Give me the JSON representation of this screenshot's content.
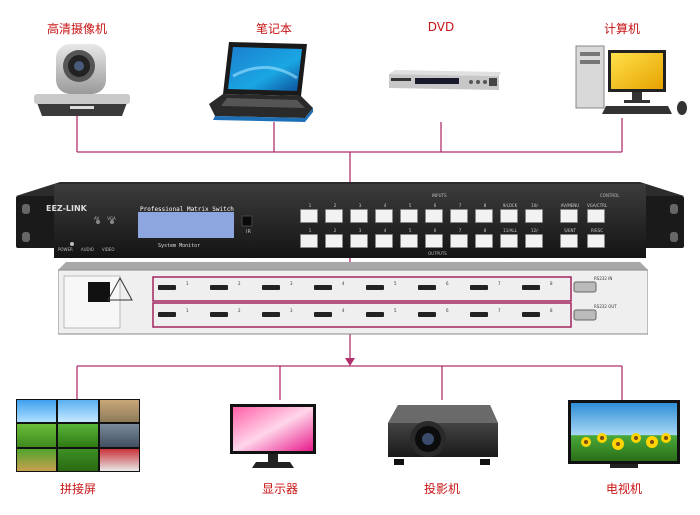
{
  "sources": [
    {
      "label": "高清摄像机",
      "icon": "ptz-camera-icon"
    },
    {
      "label": "笔记本",
      "icon": "laptop-icon"
    },
    {
      "label": "DVD",
      "icon": "dvd-player-icon"
    },
    {
      "label": "计算机",
      "icon": "desktop-computer-icon"
    }
  ],
  "outputs": [
    {
      "label": "拼接屏",
      "icon": "video-wall-icon"
    },
    {
      "label": "显示器",
      "icon": "monitor-icon"
    },
    {
      "label": "投影机",
      "icon": "projector-icon"
    },
    {
      "label": "电视机",
      "icon": "tv-icon"
    }
  ],
  "matrix": {
    "brand": "EEZ-LINK",
    "title": "Professional Matrix Switch",
    "monitor_text": "System Monitor",
    "inputs_label": "INPUTS",
    "outputs_label": "OUTPUTS",
    "control_label": "CONTROL",
    "ir_label": "IR",
    "indicators": [
      "POWER",
      "AUDIO",
      "VIDEO"
    ],
    "led_labels": [
      "AV",
      "VGA"
    ],
    "numbers": [
      "1",
      "2",
      "3",
      "4",
      "5",
      "6",
      "7",
      "8"
    ],
    "extra_top": [
      "9/LOCK",
      "10/-"
    ],
    "extra_bottom": [
      "11/ALL",
      "12/-"
    ],
    "control_top": [
      "AV/MENU",
      "VGA/CTRL"
    ],
    "control_bottom": [
      "S/ENT",
      "R/ESC"
    ],
    "rs232_in": "RS232 IN",
    "rs232_out": "RS232 OUT"
  },
  "colors": {
    "label": "#c81414",
    "line": "#b0306e",
    "highlight": "#a3245f"
  }
}
